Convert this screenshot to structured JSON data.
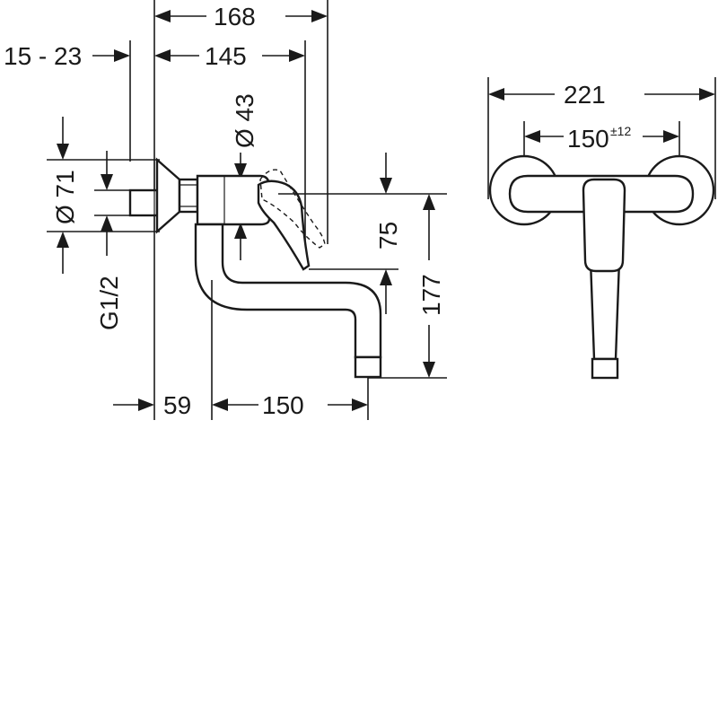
{
  "dimensions": {
    "overall_depth": "168",
    "lever_depth": "145",
    "wall_range": "15 - 23",
    "diameter_43": "Ø 43",
    "diameter_71": "Ø 71",
    "thread": "G1/2",
    "height_75": "75",
    "height_177": "177",
    "wall_to_spout": "59",
    "spout_reach": "150",
    "front_width": "221",
    "center_distance": "150",
    "center_tolerance": "±12"
  }
}
